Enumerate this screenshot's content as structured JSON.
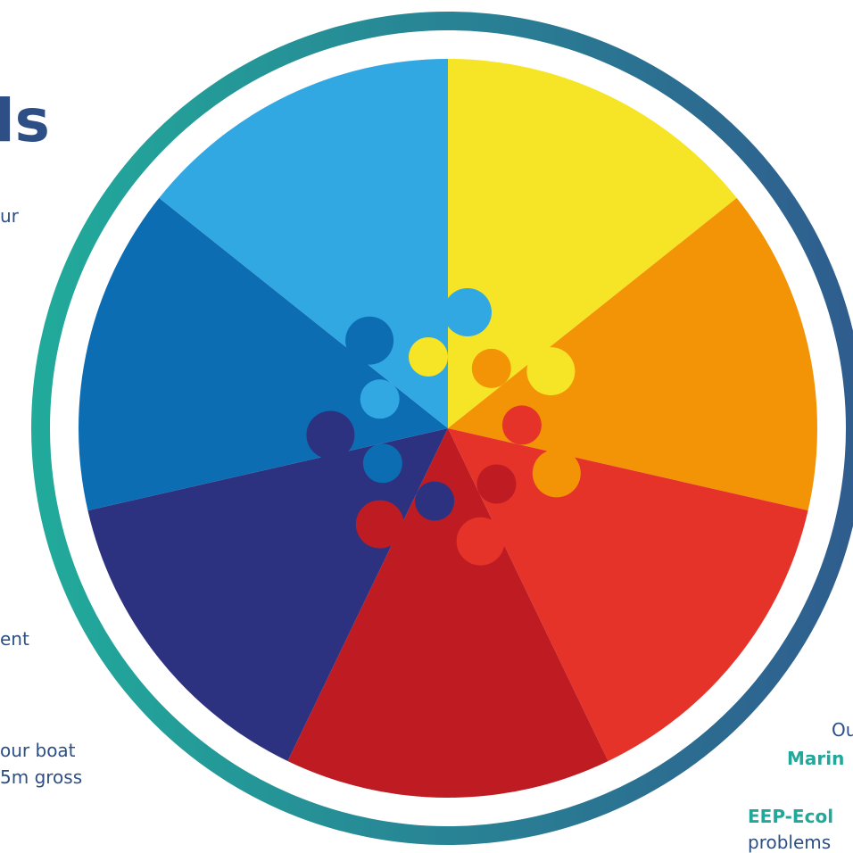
{
  "left_text": {
    "title_fragment": "ls",
    "line_a": "ur",
    "line_b": "ent",
    "line_c": "our boat",
    "line_d": "5m gross"
  },
  "right_text": {
    "line_a": "Ou",
    "line_b": "Marin",
    "line_c": "EEP-Ecol",
    "line_d": "problems"
  },
  "wheel": {
    "ring_gradient": [
      "#21ab9b",
      "#2f5c8e"
    ],
    "segments": [
      {
        "name": "yellow",
        "color": "#f5e526"
      },
      {
        "name": "orange",
        "color": "#f39306"
      },
      {
        "name": "red",
        "color": "#e5332a"
      },
      {
        "name": "dark-red",
        "color": "#be1b22"
      },
      {
        "name": "navy",
        "color": "#2c3280"
      },
      {
        "name": "mid-blue",
        "color": "#0d6db3"
      },
      {
        "name": "light-blue",
        "color": "#32a8e3"
      }
    ]
  }
}
